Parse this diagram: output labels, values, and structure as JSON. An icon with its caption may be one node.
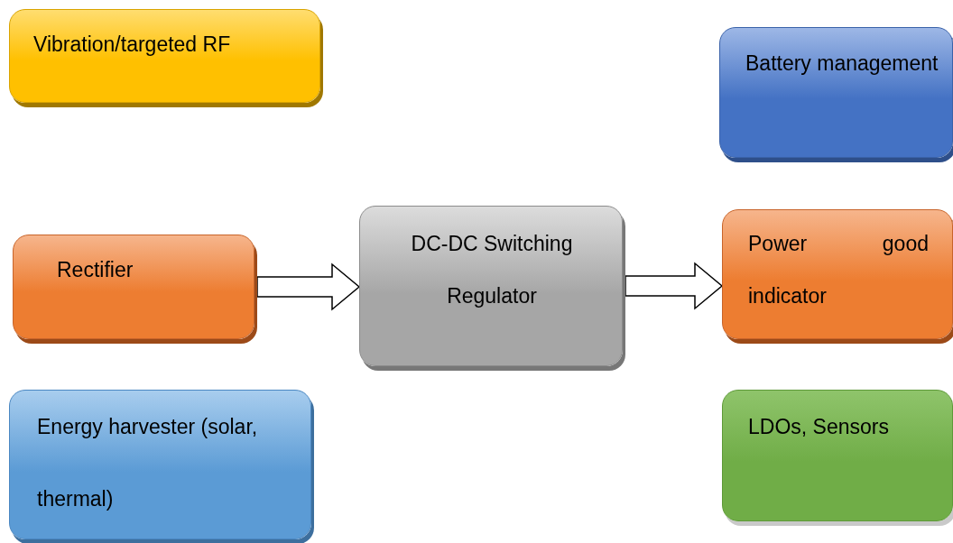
{
  "diagram": {
    "nodes": [
      {
        "text": [
          "Vibration/targeted RF"
        ]
      },
      {
        "text": [
          "Rectifier"
        ]
      },
      {
        "text": [
          "Energy harvester (solar, thermal)"
        ]
      },
      {
        "text": [
          "DC-DC Switching Regulator"
        ]
      },
      {
        "text": [
          "Battery management"
        ]
      },
      {
        "text": [
          "Power good indicator"
        ]
      },
      {
        "text": [
          "LDOs, Sensors"
        ]
      }
    ],
    "edges": [
      {
        "from": 1,
        "to": 3,
        "arrow": "to"
      },
      {
        "from": 3,
        "to": 5,
        "arrow": "to"
      }
    ]
  }
}
